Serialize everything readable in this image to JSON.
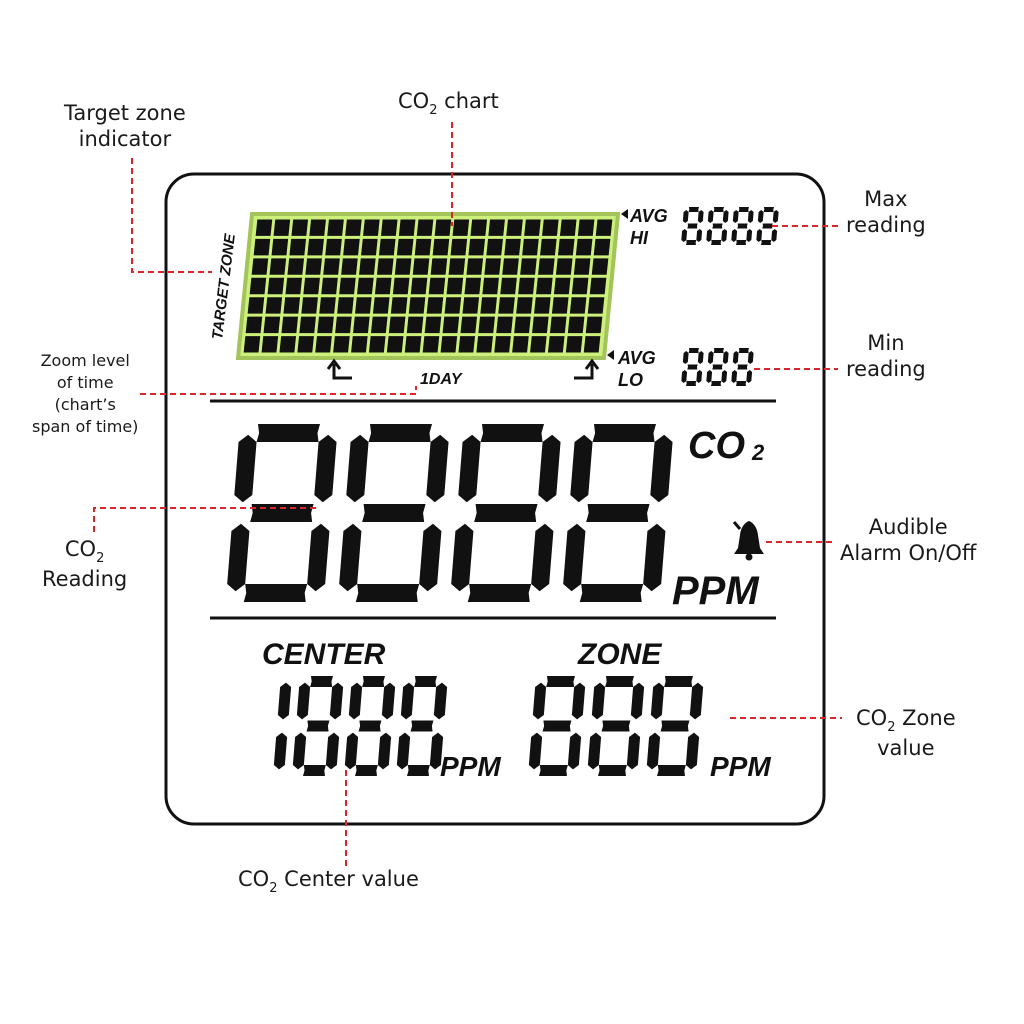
{
  "callouts": {
    "target_zone": {
      "line1": "Target zone",
      "line2": "indicator"
    },
    "co2_chart": {
      "prefix": "CO",
      "sub": "2",
      "suffix": " chart"
    },
    "max_reading": {
      "line1": "Max",
      "line2": "reading"
    },
    "min_reading": {
      "line1": "Min",
      "line2": "reading"
    },
    "zoom_level": {
      "line1": "Zoom level",
      "line2": "of time",
      "line3": "(chart’s",
      "line4": "span of time)"
    },
    "co2_reading": {
      "prefix": "CO",
      "sub": "2",
      "line2": "Reading"
    },
    "audible_alarm": {
      "line1": "Audible",
      "line2": "Alarm On/Off"
    },
    "co2_zone_value": {
      "prefix": "CO",
      "sub": "2",
      "suffix": " Zone",
      "line2": "value"
    },
    "co2_center_value": {
      "prefix": "CO",
      "sub": "2",
      "suffix": " Center value"
    }
  },
  "display": {
    "target_zone_label": "TARGET ZONE",
    "avg_hi": {
      "avg": "AVG",
      "hi": "HI"
    },
    "avg_lo": {
      "avg": "AVG",
      "lo": "LO"
    },
    "zoom_text": "1DAY",
    "co2_label": "CO",
    "co2_sub": "2",
    "ppm_main": "PPM",
    "center_label": "CENTER",
    "zone_label": "ZONE",
    "ppm_center": "PPM",
    "ppm_zone": "PPM",
    "max_digits": "8888",
    "min_digits": "888",
    "main_digits": "8888",
    "center_digits": "1888",
    "zone_digits": "888"
  },
  "colors": {
    "chart_fill": "#ccf07a",
    "chart_border": "#a2c45a",
    "callout_line": "#d9262a",
    "lcd_ink": "#111111"
  },
  "icons": [
    "bell-icon",
    "arrow-left-icon",
    "arrow-right-icon",
    "triangle-pointer-icon"
  ]
}
